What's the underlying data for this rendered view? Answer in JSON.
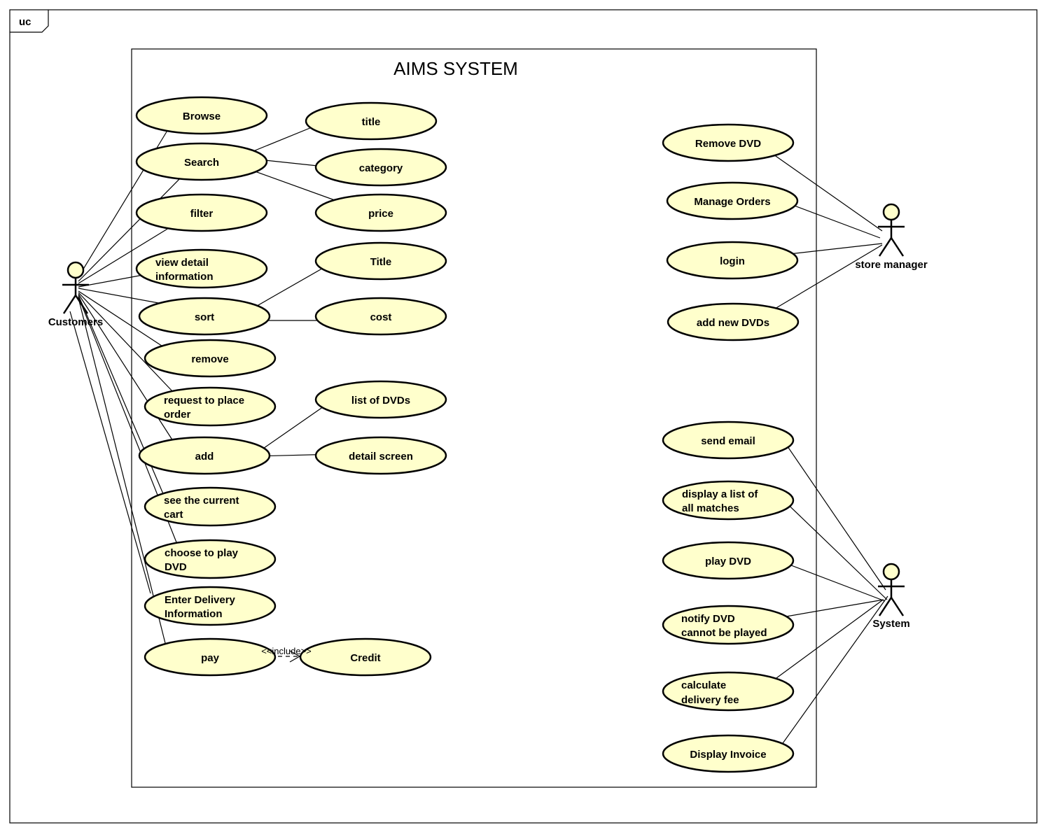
{
  "frame": {
    "tag": "uc"
  },
  "system": {
    "title": "AIMS SYSTEM"
  },
  "actors": {
    "customers": "Customers",
    "store_manager": "store manager",
    "system": "System"
  },
  "use_cases": {
    "browse": [
      "Browse"
    ],
    "search": [
      "Search"
    ],
    "filter": [
      "filter"
    ],
    "view_detail": [
      "view detail",
      "information"
    ],
    "sort": [
      "sort"
    ],
    "remove": [
      "remove"
    ],
    "request_order": [
      "request to place",
      "order"
    ],
    "add": [
      "add"
    ],
    "see_cart": [
      "see the current",
      "cart"
    ],
    "choose_play": [
      "choose to play",
      "DVD"
    ],
    "enter_delivery": [
      "Enter Delivery",
      "Information"
    ],
    "pay": [
      "pay"
    ],
    "title_lower": [
      "title"
    ],
    "category": [
      "category"
    ],
    "price": [
      "price"
    ],
    "title_upper": [
      "Title"
    ],
    "cost": [
      "cost"
    ],
    "list_dvds": [
      "list of DVDs"
    ],
    "detail_screen": [
      "detail screen"
    ],
    "credit": [
      "Credit"
    ],
    "remove_dvd": [
      "Remove DVD"
    ],
    "manage_orders": [
      "Manage Orders"
    ],
    "login": [
      "login"
    ],
    "add_new_dvds": [
      "add new DVDs"
    ],
    "send_email": [
      "send email"
    ],
    "display_matches": [
      "display a list of",
      "all matches"
    ],
    "play_dvd": [
      "play DVD"
    ],
    "notify_dvd": [
      "notify DVD",
      "cannot be played"
    ],
    "calc_fee": [
      "calculate",
      "delivery fee"
    ],
    "display_invoice": [
      "Display Invoice"
    ]
  },
  "relations": {
    "include_label": "<<include>>"
  }
}
